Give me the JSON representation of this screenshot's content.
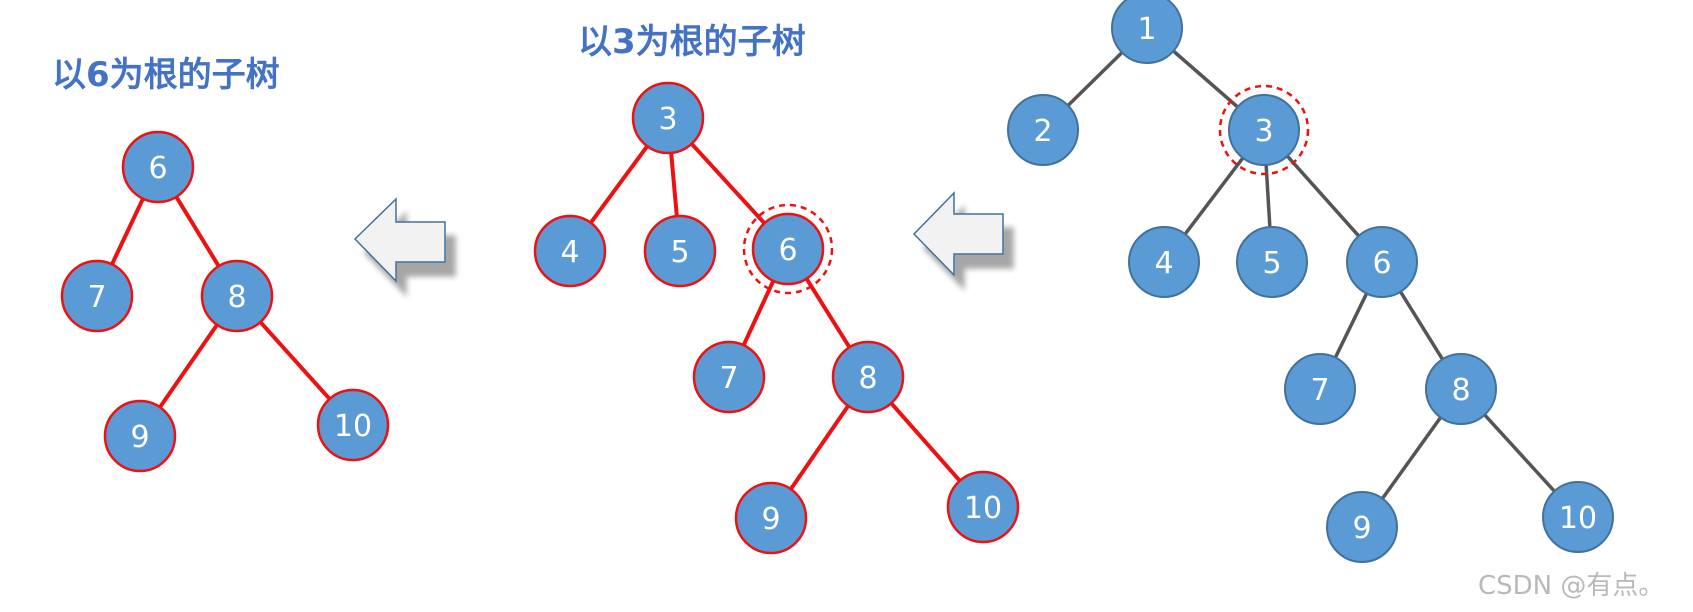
{
  "titles": {
    "left": "以6为根的子树",
    "middle": "以3为根的子树"
  },
  "watermark": "CSDN @有点。",
  "colors": {
    "node_fill": "#5b9bd5",
    "node_stroke_default": "#41719c",
    "subtree_highlight": "#ee1111",
    "edge_default": "#555555",
    "title": "#4472c4",
    "arrow_fill": "#f2f2f2",
    "arrow_stroke": "#41719c"
  },
  "trees": [
    {
      "id": "full-tree",
      "highlight_subtree_root": "3",
      "nodes": [
        "1",
        "2",
        "3",
        "4",
        "5",
        "6",
        "7",
        "8",
        "9",
        "10"
      ],
      "edges": [
        [
          "1",
          "2"
        ],
        [
          "1",
          "3"
        ],
        [
          "3",
          "4"
        ],
        [
          "3",
          "5"
        ],
        [
          "3",
          "6"
        ],
        [
          "6",
          "7"
        ],
        [
          "6",
          "8"
        ],
        [
          "8",
          "9"
        ],
        [
          "8",
          "10"
        ]
      ]
    },
    {
      "id": "subtree-3",
      "highlight_subtree_root": "6",
      "nodes": [
        "3",
        "4",
        "5",
        "6",
        "7",
        "8",
        "9",
        "10"
      ],
      "edges": [
        [
          "3",
          "4"
        ],
        [
          "3",
          "5"
        ],
        [
          "3",
          "6"
        ],
        [
          "6",
          "7"
        ],
        [
          "6",
          "8"
        ],
        [
          "8",
          "9"
        ],
        [
          "8",
          "10"
        ]
      ]
    },
    {
      "id": "subtree-6",
      "highlight_subtree_root": "",
      "nodes": [
        "6",
        "7",
        "8",
        "9",
        "10"
      ],
      "edges": [
        [
          "6",
          "7"
        ],
        [
          "6",
          "8"
        ],
        [
          "8",
          "9"
        ],
        [
          "8",
          "10"
        ]
      ]
    }
  ],
  "arrows": [
    {
      "direction": "left",
      "from": "full-tree",
      "to": "subtree-3"
    },
    {
      "direction": "left",
      "from": "subtree-3",
      "to": "subtree-6"
    }
  ]
}
